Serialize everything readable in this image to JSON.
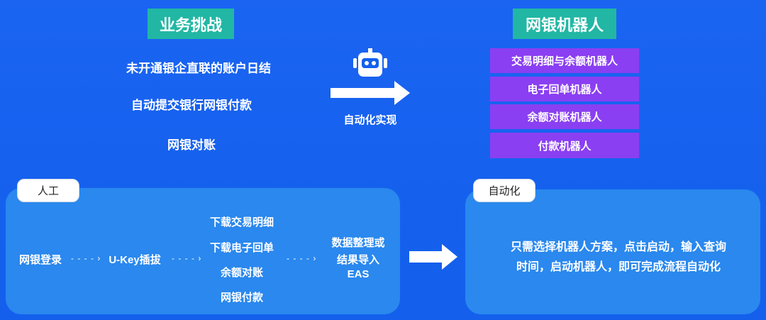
{
  "challenge": {
    "title": "业务挑战",
    "items": [
      "未开通银企直联的账户日结",
      "自动提交银行网银付款",
      "网银对账"
    ]
  },
  "center": {
    "icon": "robot-icon",
    "label": "自动化实现"
  },
  "robots": {
    "title": "网银机器人",
    "items": [
      "交易明细与余额机器人",
      "电子回单机器人",
      "余额对账机器人",
      "付款机器人"
    ]
  },
  "manual": {
    "tag": "人工",
    "steps": {
      "login": "网银登录",
      "ukey": "U-Key插拔",
      "tasks": [
        "下载交易明细",
        "下载电子回单",
        "余额对账",
        "网银付款"
      ],
      "result_line1": "数据整理或",
      "result_line2": "结果导入",
      "result_line3": "EAS"
    }
  },
  "auto": {
    "tag": "自动化",
    "line1": "只需选择机器人方案，点击启动，输入查询",
    "line2": "时间，启动机器人，即可完成流程自动化"
  },
  "colors": {
    "background": "#1665f0",
    "teal": "#21b7a4",
    "purple": "#8a3ff2",
    "panel": "#2a88ee"
  }
}
